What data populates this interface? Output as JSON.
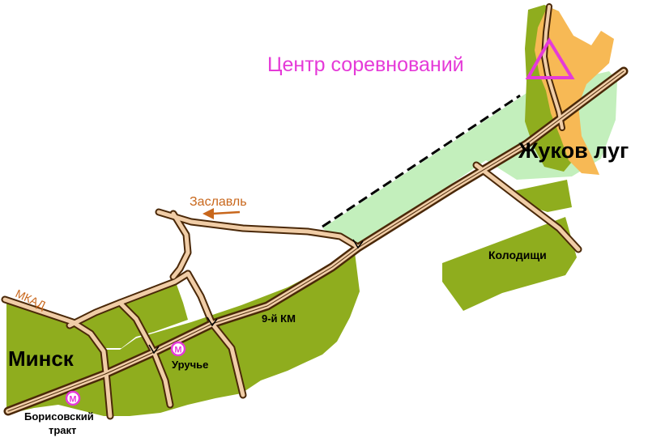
{
  "map": {
    "colors": {
      "background": "#ffffff",
      "forest": "#8fad1e",
      "open_land": "#c3efbc",
      "settlement": "#f7b955",
      "road_fill": "#f0cda7",
      "road_outline": "#4a2808",
      "accent": "#e53ad8",
      "label_road": "#c8671c",
      "label_dark": "#000000"
    },
    "labels": {
      "competition_center": "Центр соревнований",
      "zhukov_lug": "Жуков луг",
      "zaslavl": "Заславль",
      "kolodishchi": "Колодищи",
      "km9": "9-й КМ",
      "minsk": "Минск",
      "mkad": "МКАД",
      "uruchye": "Уручье",
      "borisovsky_line1": "Борисовский",
      "borisovsky_line2": "тракт"
    },
    "metro": {
      "symbol": "М"
    },
    "icons": {
      "event_centre": "triangle-icon",
      "metro_station": "metro-icon",
      "direction": "arrow-left-icon"
    }
  }
}
